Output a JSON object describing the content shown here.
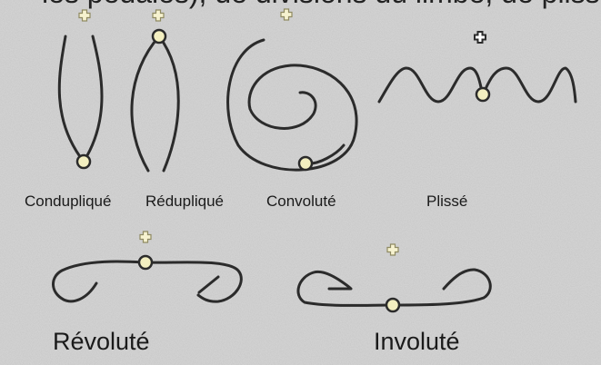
{
  "title_fragment": "les pédales), de divisions du limbe, de plisse",
  "labels": {
    "condupplique": "Condupliqué",
    "redupplique": "Rédupliqué",
    "convolute": "Convoluté",
    "plisse": "Plissé",
    "revolute": "Révoluté",
    "involute": "Involuté"
  },
  "colors": {
    "background": "#c9c9c9",
    "stroke": "#2b2b2b",
    "dot_fill": "#f3efc0"
  }
}
